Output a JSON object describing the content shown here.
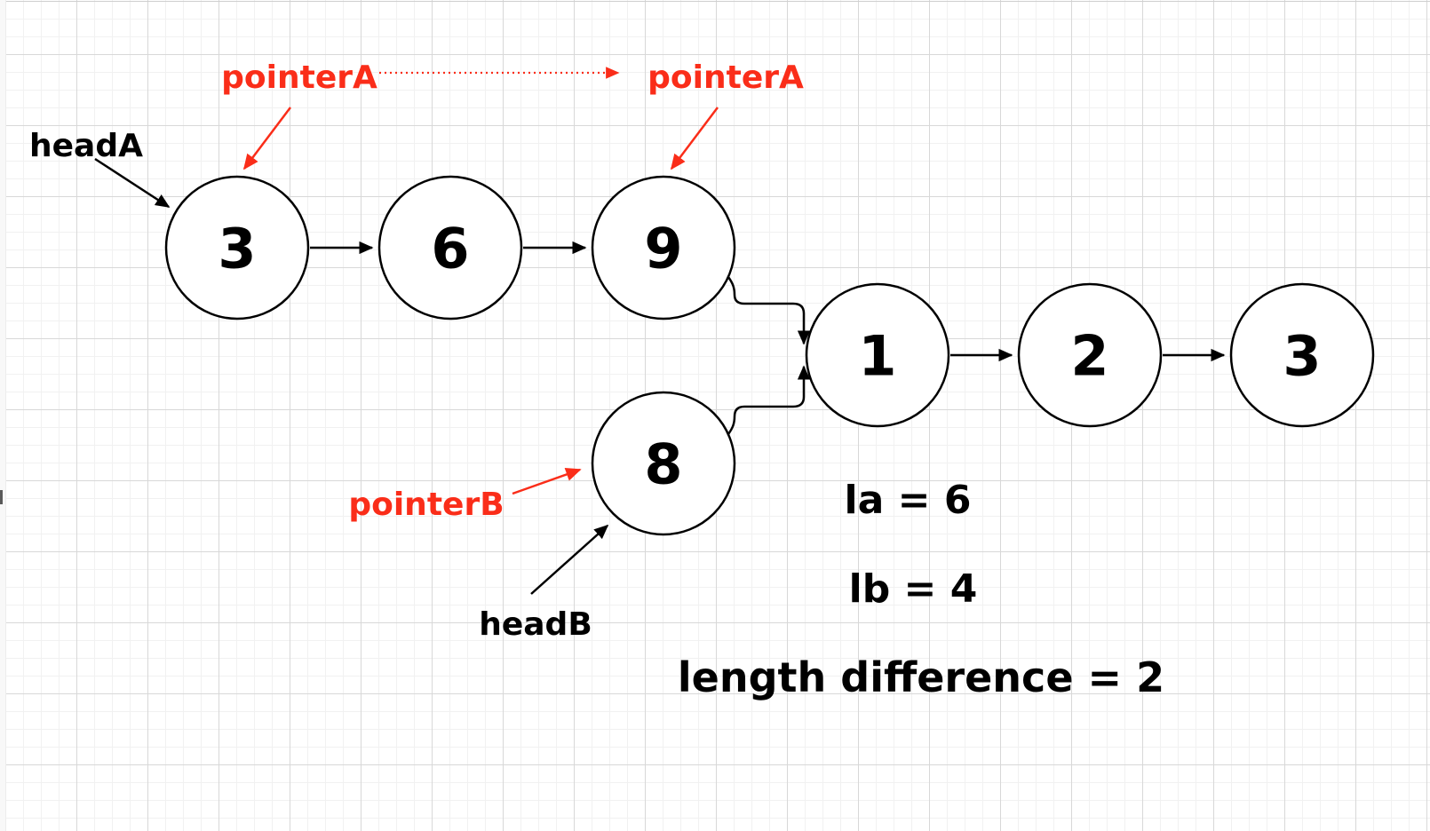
{
  "diagram": {
    "labels": {
      "headA": "headA",
      "headB": "headB",
      "pointerA_left": "pointerA",
      "pointerA_right": "pointerA",
      "pointerB": "pointerB"
    },
    "listA_nodes": [
      "3",
      "6",
      "9"
    ],
    "listB_nodes": [
      "8"
    ],
    "shared_nodes": [
      "1",
      "2",
      "3"
    ],
    "annotations": {
      "la": "la = 6",
      "lb": "lb = 4",
      "length_difference": "length difference = 2"
    },
    "colors": {
      "background": "#ffffff",
      "grid_minor": "#f1f1f1",
      "grid_major": "#d8d8d8",
      "stroke_black": "#000000",
      "accent_red": "#fa2d19"
    }
  }
}
